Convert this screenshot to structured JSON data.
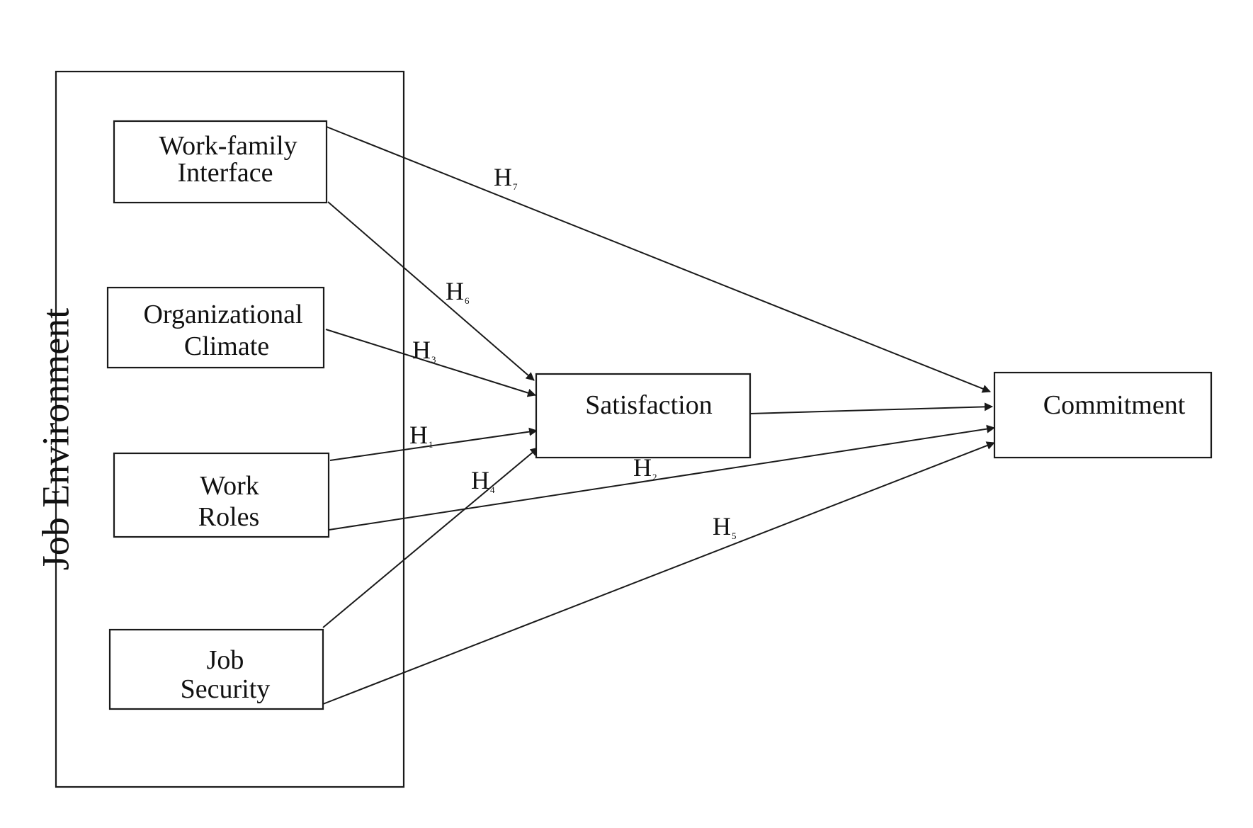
{
  "group_label": "Job Environment",
  "nodes": {
    "work_family_interface": {
      "lines": [
        "Work-family",
        "Interface"
      ]
    },
    "organizational_climate": {
      "lines": [
        "Organizational",
        "Climate"
      ]
    },
    "work_roles": {
      "lines": [
        "Work",
        "Roles"
      ]
    },
    "job_security": {
      "lines": [
        "Job",
        "Security"
      ]
    },
    "satisfaction": {
      "lines": [
        "Satisfaction"
      ]
    },
    "commitment": {
      "lines": [
        "Commitment"
      ]
    }
  },
  "edges": [
    {
      "from": "work_family_interface",
      "to": "commitment",
      "label": "H",
      "sub": "7"
    },
    {
      "from": "work_family_interface",
      "to": "satisfaction",
      "label": "H",
      "sub": "6"
    },
    {
      "from": "organizational_climate",
      "to": "satisfaction",
      "label": "H",
      "sub": "3"
    },
    {
      "from": "work_roles",
      "to": "satisfaction",
      "label": "H",
      "sub": "1"
    },
    {
      "from": "job_security",
      "to": "satisfaction",
      "label": "H",
      "sub": "4"
    },
    {
      "from": "work_roles",
      "to": "commitment",
      "label": "H",
      "sub": "2"
    },
    {
      "from": "job_security",
      "to": "commitment",
      "label": "H",
      "sub": "5"
    },
    {
      "from": "satisfaction",
      "to": "commitment",
      "label": "",
      "sub": ""
    }
  ]
}
